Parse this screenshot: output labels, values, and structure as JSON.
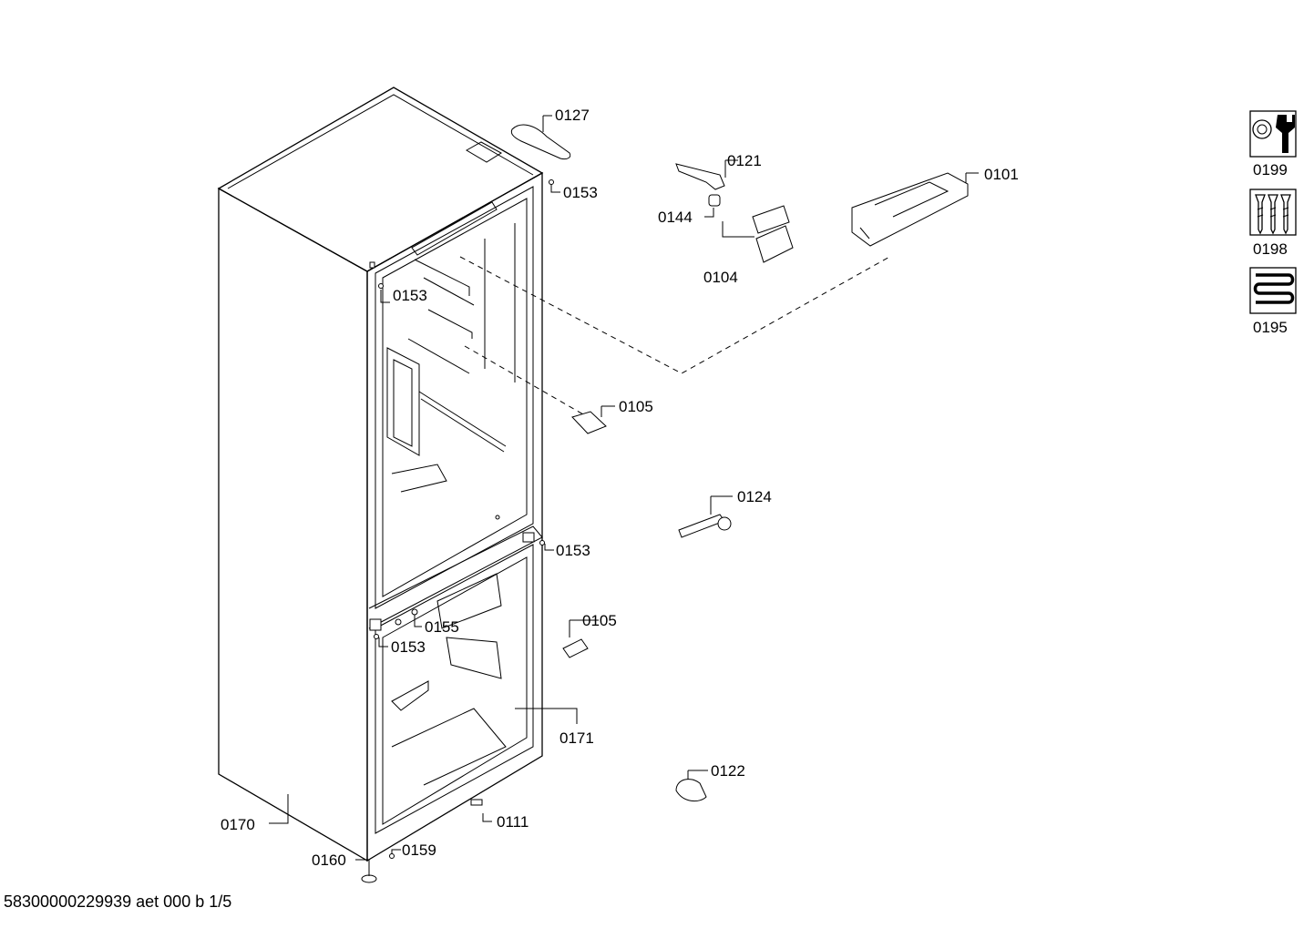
{
  "callouts": {
    "c0127": "0127",
    "c0121": "0121",
    "c0101": "0101",
    "c0144": "0144",
    "c0104": "0104",
    "c0153_top": "0153",
    "c0153_left": "0153",
    "c0105_top": "0105",
    "c0124": "0124",
    "c0153_mid": "0153",
    "c0105_mid": "0105",
    "c0155": "0155",
    "c0153_low": "0153",
    "c0171": "0171",
    "c0122": "0122",
    "c0170": "0170",
    "c0111": "0111",
    "c0160": "0160",
    "c0159": "0159"
  },
  "legend": {
    "tools": "0199",
    "screws": "0198",
    "heater": "0195"
  },
  "footer": "58300000229939 aet 000 b 1/5"
}
